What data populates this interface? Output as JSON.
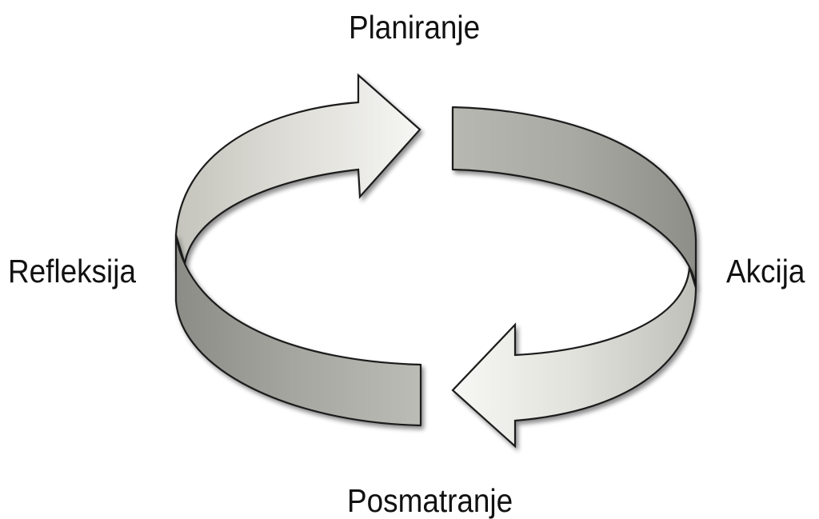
{
  "diagram": {
    "stages": {
      "top": "Planiranje",
      "right": "Akcija",
      "bottom": "Posmatranje",
      "left": "Refleksija"
    }
  }
}
